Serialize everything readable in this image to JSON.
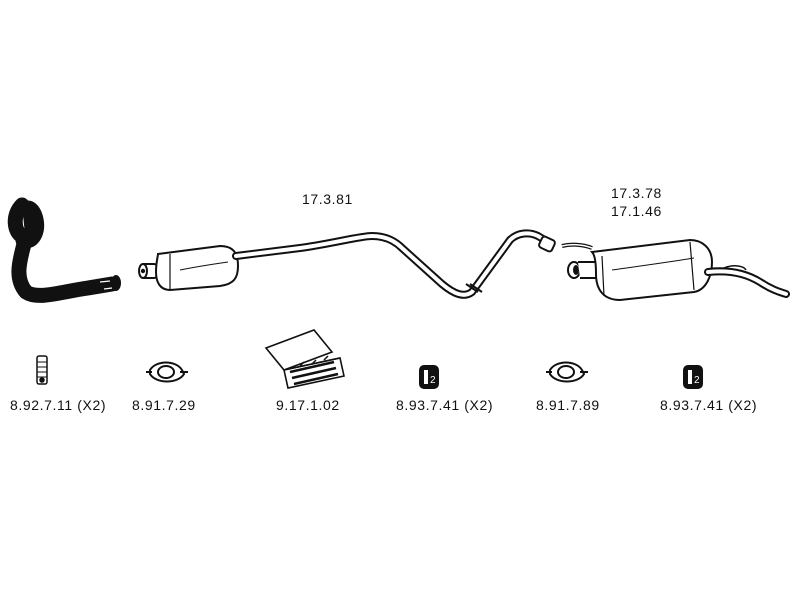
{
  "diagram": {
    "pipe_codes": {
      "middle": "17.3.81",
      "rear_top": "17.3.78",
      "rear_bottom": "17.1.46"
    },
    "parts": [
      {
        "code": "8.92.7.11",
        "qty": "(X2)"
      },
      {
        "code": "8.91.7.29",
        "qty": ""
      },
      {
        "code": "9.17.1.02",
        "qty": ""
      },
      {
        "code": "8.93.7.41",
        "qty": "(X2)"
      },
      {
        "code": "8.91.7.89",
        "qty": ""
      },
      {
        "code": "8.93.7.41",
        "qty": "(X2)"
      }
    ]
  }
}
